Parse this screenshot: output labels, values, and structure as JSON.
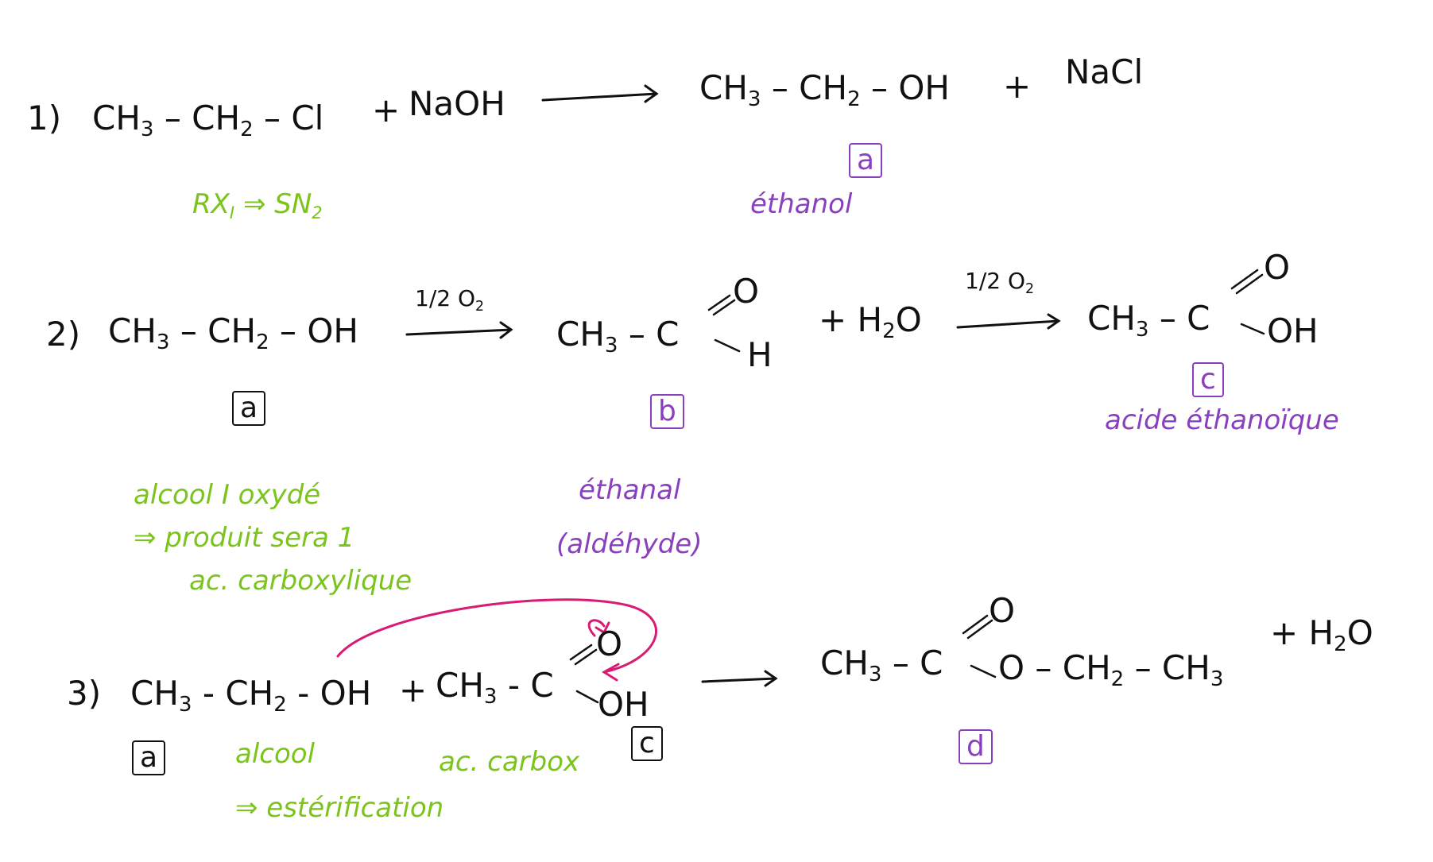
{
  "colors": {
    "ink": "#111111",
    "green": "#7ac41b",
    "purple": "#8a3fbf",
    "magenta": "#d81b73"
  },
  "reaction1": {
    "number": "1)",
    "reactant": [
      "CH",
      "3",
      " – CH",
      "2",
      " – Cl"
    ],
    "plus": "+",
    "reagent": "NaOH",
    "product": [
      "CH",
      "3",
      " – CH",
      "2",
      " – OH"
    ],
    "plus2": "+",
    "byproduct": "NaCl",
    "product_label": "a",
    "product_name": "éthanol",
    "note": [
      "RX",
      "I",
      " ⇒ SN",
      "2"
    ]
  },
  "reaction2": {
    "number": "2)",
    "reactant": [
      "CH",
      "3",
      " – CH",
      "2",
      " – OH"
    ],
    "reactant_label": "a",
    "cond1": "1/2 O",
    "cond1_sub": "2",
    "prod_b_left": [
      "CH",
      "3",
      " – C"
    ],
    "prod_b_O": "O",
    "prod_b_H": "H",
    "plus_water": [
      "+ H",
      "2",
      "O"
    ],
    "cond2": "1/2 O",
    "cond2_sub": "2",
    "prod_c_left": [
      "CH",
      "3",
      " – C"
    ],
    "prod_c_O": "O",
    "prod_c_OH": "OH",
    "label_b": "b",
    "label_c": "c",
    "name_b": "éthanal",
    "name_b2": "(aldéhyde)",
    "name_c": "acide éthanoïque",
    "note_lines": [
      "alcool I oxydé",
      "⇒ produit sera 1",
      "ac. carboxylique"
    ]
  },
  "reaction3": {
    "number": "3)",
    "alcohol": [
      "CH",
      "3",
      " - CH",
      "2",
      " - OH"
    ],
    "plus": "+",
    "acid_left": [
      "CH",
      "3",
      " - C"
    ],
    "acid_O": "O",
    "acid_OH": "OH",
    "product_left": [
      "CH",
      "3",
      " – C"
    ],
    "product_O": "O",
    "product_right": [
      "O – CH",
      "2",
      " – CH",
      "3"
    ],
    "plus_water": [
      "+ H",
      "2",
      "O"
    ],
    "label_a": "a",
    "label_c": "c",
    "label_d": "d",
    "note_alcool": "alcool",
    "note_acid": "ac. carbox",
    "note_ester": "⇒ estérification"
  }
}
